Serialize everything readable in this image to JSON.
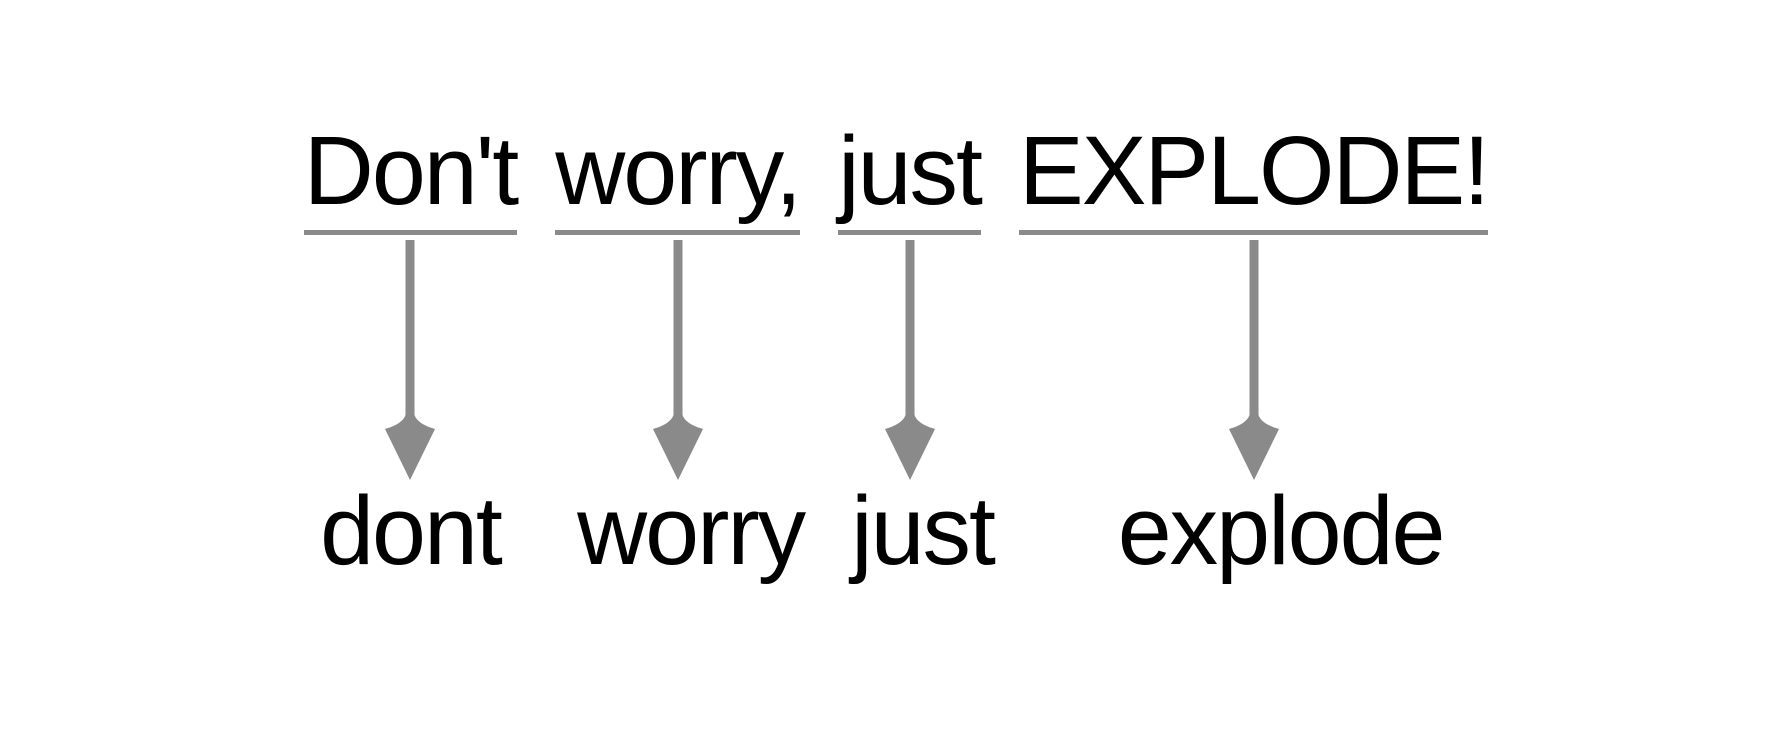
{
  "figure": {
    "description_sentence": "Don't worry, just EXPLODE!",
    "words": [
      {
        "top": "Don't",
        "bottom": "dont"
      },
      {
        "top": "worry,",
        "bottom": "worry"
      },
      {
        "top": "just",
        "bottom": "just"
      },
      {
        "top": "EXPLODE!",
        "bottom": "explode"
      }
    ],
    "colors": {
      "text": "#000000",
      "connector": "#8a8a8a",
      "background": "#ffffff"
    }
  }
}
